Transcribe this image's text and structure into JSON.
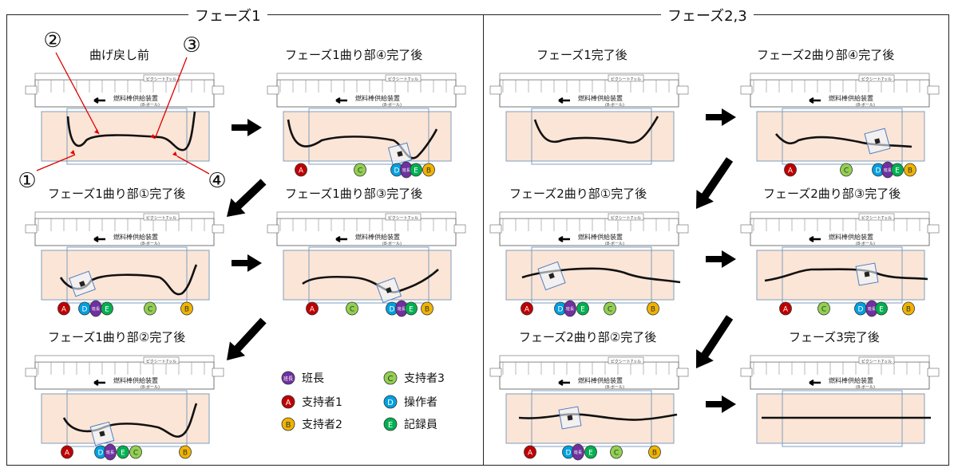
{
  "phase1": {
    "title": "フェーズ1"
  },
  "phase23": {
    "title": "フェーズ2,3"
  },
  "panels": {
    "p1": {
      "title": "曲げ戻し前"
    },
    "p2": {
      "title": "フェーズ1曲り部④完了後"
    },
    "p3": {
      "title": "フェーズ1曲り部①完了後"
    },
    "p4": {
      "title": "フェーズ1曲り部③完了後"
    },
    "p5": {
      "title": "フェーズ1曲り部②完了後"
    },
    "p6": {
      "title": "フェーズ1完了後"
    },
    "p7": {
      "title": "フェーズ2曲り部④完了後"
    },
    "p8": {
      "title": "フェーズ2曲り部①完了後"
    },
    "p9": {
      "title": "フェーズ2曲り部③完了後"
    },
    "p10": {
      "title": "フェーズ2曲り部②完了後"
    },
    "p11": {
      "title": "フェーズ3完了後"
    }
  },
  "bend_labels": [
    "①",
    "②",
    "③",
    "④"
  ],
  "personnel": {
    "leader": {
      "letter": "班長",
      "label": "班長",
      "color": "#7030a0"
    },
    "supporter1": {
      "letter": "A",
      "label": "支持者1",
      "color": "#c00000"
    },
    "supporter2": {
      "letter": "B",
      "label": "支持者2",
      "color": "#f0b400"
    },
    "supporter3": {
      "letter": "C",
      "label": "支持者3",
      "color": "#92d050"
    },
    "operator": {
      "letter": "D",
      "label": "操作者",
      "color": "#00a0e0"
    },
    "recorder": {
      "letter": "E",
      "label": "記録員",
      "color": "#00b050"
    }
  },
  "apparatus": {
    "title_text": "燃料棒供給装置",
    "sub_text": "(8-ボール)",
    "top_text": "ピクシート7ッル"
  },
  "arrow_icon": "arrow-icon"
}
